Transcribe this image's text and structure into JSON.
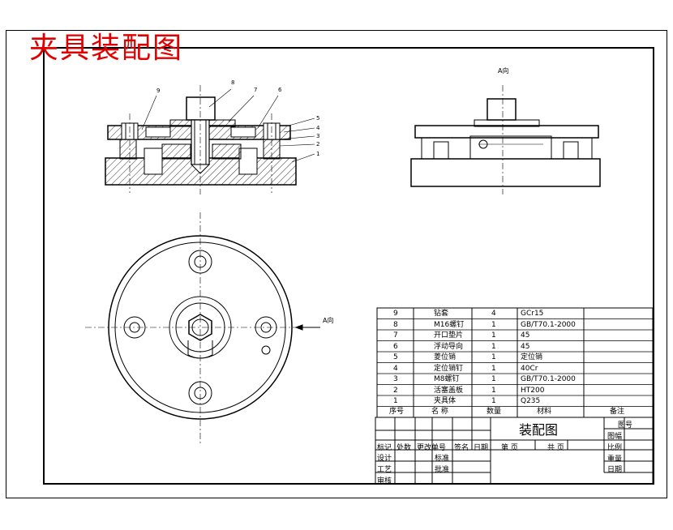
{
  "title": "夹具装配图",
  "view_label": "A向",
  "arrow_label": "A向",
  "callouts": [
    "9",
    "8",
    "7",
    "6",
    "5",
    "4",
    "3",
    "2",
    "1"
  ],
  "parts": [
    {
      "no": "9",
      "name": "钻套",
      "qty": "4",
      "material": "GCr15",
      "note": ""
    },
    {
      "no": "8",
      "name": "M16螺钉",
      "qty": "1",
      "material": "GB/T70.1-2000",
      "note": ""
    },
    {
      "no": "7",
      "name": "开口垫片",
      "qty": "1",
      "material": "45",
      "note": ""
    },
    {
      "no": "6",
      "name": "浮动导向",
      "qty": "1",
      "material": "45",
      "note": ""
    },
    {
      "no": "5",
      "name": "菱位销",
      "qty": "1",
      "material": "定位销",
      "note": ""
    },
    {
      "no": "4",
      "name": "定位销钉",
      "qty": "1",
      "material": "40Cr",
      "note": ""
    },
    {
      "no": "3",
      "name": "M8螺钉",
      "qty": "1",
      "material": "GB/T70.1-2000",
      "note": ""
    },
    {
      "no": "2",
      "name": "活塞盖板",
      "qty": "1",
      "material": "HT200",
      "note": ""
    },
    {
      "no": "1",
      "name": "夹具体",
      "qty": "1",
      "material": "Q235",
      "note": ""
    }
  ],
  "table_header": {
    "no": "序号",
    "name": "名  称",
    "qty": "数量",
    "material": "材料",
    "note": "备注"
  },
  "title_block": {
    "drawing_name": "装配图",
    "drawing_no_label": "图号",
    "scale_label": "比例",
    "weight_label": "重量",
    "date_label": "日期",
    "extra_label": "图幅",
    "sheet": "第    页",
    "total": "共    页",
    "rev_headers": [
      "标记",
      "处数",
      "更改单号",
      "签名",
      "日期"
    ],
    "roles": [
      "设计",
      "工艺",
      "审核"
    ],
    "roles2": [
      "标准",
      "批准"
    ]
  }
}
